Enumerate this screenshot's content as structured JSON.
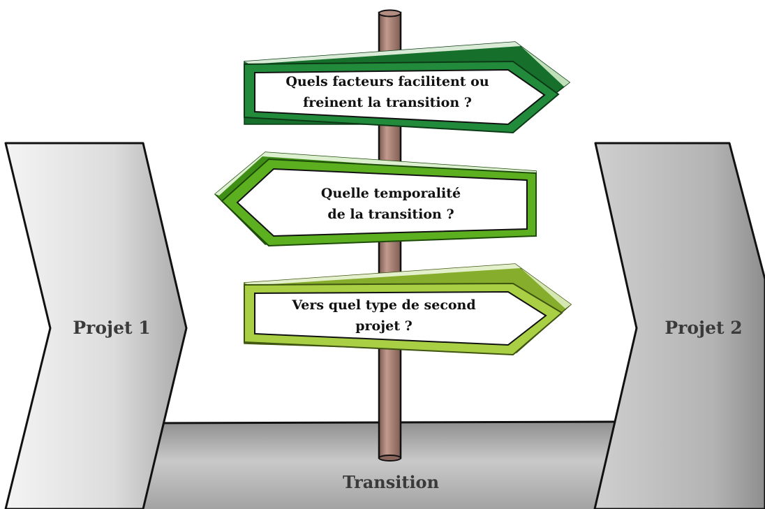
{
  "diagram": {
    "project_left": "Projet 1",
    "project_right": "Projet 2",
    "transition_label": "Transition",
    "signs": [
      {
        "line1": "Quels facteurs facilitent ou",
        "line2": "freinent la transition ?",
        "direction": "right",
        "color": "#1e8a3a"
      },
      {
        "line1": "Quelle temporalité",
        "line2": "de la transition ?",
        "direction": "left",
        "color": "#56aa1e"
      },
      {
        "line1": "Vers quel type de second",
        "line2": "projet ?",
        "direction": "right",
        "color": "#9fc83c"
      }
    ],
    "colors": {
      "chevron": "#d6d6d6",
      "band": "#b3b3b3",
      "pole": "#a57d71",
      "outline": "#111111"
    }
  }
}
